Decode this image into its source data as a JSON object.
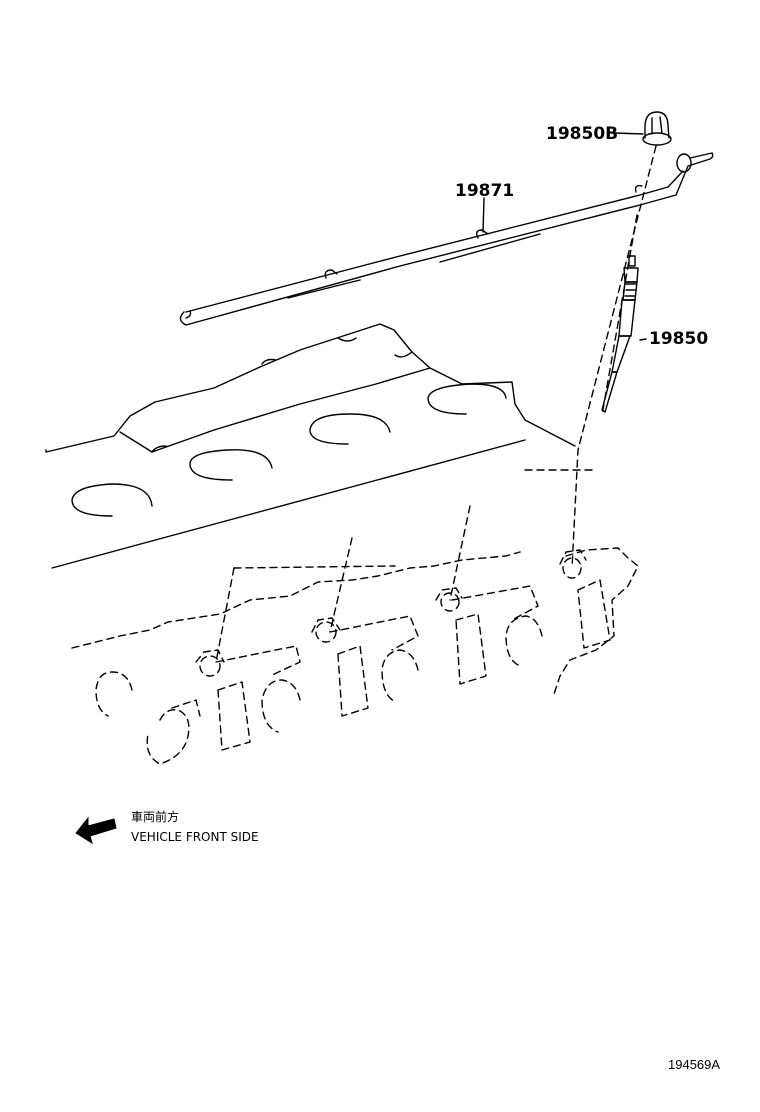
{
  "parts": {
    "gasket_label": "19850B",
    "bus_bar_label": "19871",
    "glow_plug_label": "19850"
  },
  "direction": {
    "japanese": "車両前方",
    "english": "VEHICLE FRONT SIDE"
  },
  "figure_code": "194569A",
  "colors": {
    "ink": "#000000",
    "background": "#ffffff"
  },
  "icons": [
    "arrow-left-icon"
  ]
}
